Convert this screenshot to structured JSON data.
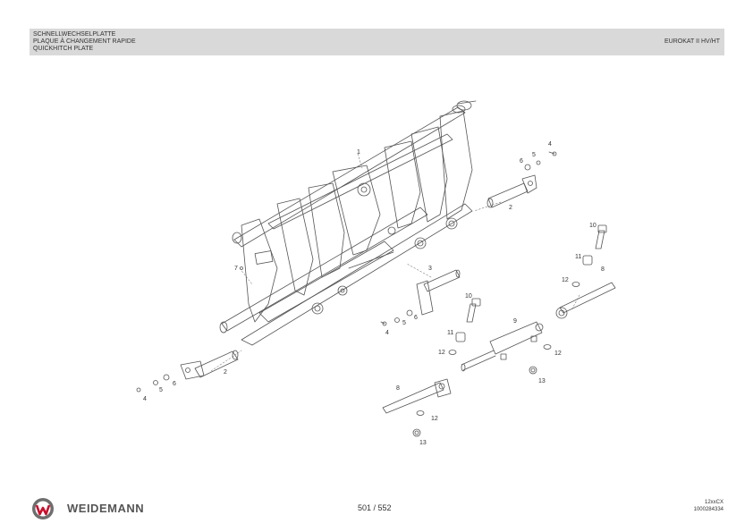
{
  "header": {
    "title_lines": [
      "SCHNELLWECHSELPLATTE",
      "PLAQUE À CHANGEMENT RAPIDE",
      "QUICKHITCH PLATE"
    ],
    "model": "EUROKAT II HV/HT"
  },
  "callouts": {
    "c1": "1",
    "c2_right": "2",
    "c2_left": "2",
    "c3": "3",
    "c4_top": "4",
    "c4_mid": "4",
    "c4_left": "4",
    "c5_top": "5",
    "c5_mid": "5",
    "c5_left": "5",
    "c6_top": "6",
    "c6_mid": "6",
    "c6_left": "6",
    "c7": "7",
    "c8_right": "8",
    "c8_left": "8",
    "c9": "9",
    "c10_top": "10",
    "c10_mid": "10",
    "c11_top": "11",
    "c11_mid": "11",
    "c12_a": "12",
    "c12_b": "12",
    "c12_c": "12",
    "c12_d": "12",
    "c13_a": "13",
    "c13_b": "13"
  },
  "footer": {
    "brand": "WEIDEMANN",
    "page": "501 / 552",
    "code_line1": "12xxCX",
    "code_line2": "1000284334"
  }
}
